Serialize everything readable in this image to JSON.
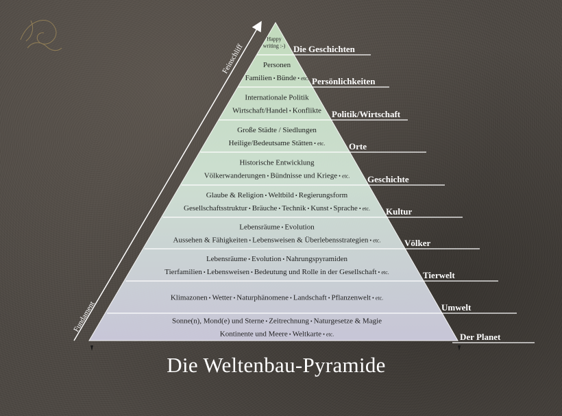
{
  "title": "Die Weltenbau-Pyramide",
  "axis": {
    "top_label": "Feinschliff",
    "bottom_label": "Fundament"
  },
  "levels": [
    {
      "label": "Die Geschichten",
      "lines": [
        [
          "Happy"
        ],
        [
          "writing :-)"
        ]
      ]
    },
    {
      "label": "Persönlichkeiten",
      "lines": [
        [
          "Personen"
        ],
        [
          "Familien",
          "Bünde",
          "etc."
        ]
      ]
    },
    {
      "label": "Politik/Wirtschaft",
      "lines": [
        [
          "Internationale Politik"
        ],
        [
          "Wirtschaft/Handel",
          "Konflikte"
        ]
      ]
    },
    {
      "label": "Orte",
      "lines": [
        [
          "Große Städte / Siedlungen"
        ],
        [
          "Heilige/Bedeutsame Stätten",
          "etc."
        ]
      ]
    },
    {
      "label": "Geschichte",
      "lines": [
        [
          "Historische Entwicklung"
        ],
        [
          "Völkerwanderungen",
          "Bündnisse und Kriege",
          "etc."
        ]
      ]
    },
    {
      "label": "Kultur",
      "lines": [
        [
          "Glaube & Religion",
          "Weltbild",
          "Regierungsform"
        ],
        [
          "Gesellschaftsstruktur",
          "Bräuche",
          "Technik",
          "Kunst",
          "Sprache",
          "etc."
        ]
      ]
    },
    {
      "label": "Völker",
      "lines": [
        [
          "Lebensräume",
          "Evolution"
        ],
        [
          "Aussehen & Fähigkeiten",
          "Lebensweisen & Überlebensstrategien",
          "etc."
        ]
      ]
    },
    {
      "label": "Tierwelt",
      "lines": [
        [
          "Lebensräume",
          "Evolution",
          "Nahrungspyramiden"
        ],
        [
          "Tierfamilien",
          "Lebensweisen",
          "Bedeutung und Rolle in der Gesellschaft",
          "etc."
        ]
      ]
    },
    {
      "label": "Umwelt",
      "lines": [
        [
          "Klimazonen",
          "Wetter",
          "Naturphänomene",
          "Landschaft",
          "Pflanzenwelt",
          "etc."
        ]
      ]
    },
    {
      "label": "Der Planet",
      "lines": [
        [
          "Sonne(n), Mond(e) und Sterne",
          "Zeitrechnung",
          "Naturgesetze & Magie"
        ],
        [
          "Kontinente und Meere",
          "Weltkarte",
          "etc."
        ]
      ]
    }
  ],
  "colors": {
    "pyramid_top": "#c8e3c3",
    "pyramid_bottom": "#cfcde0",
    "divider": "#ffffff",
    "background": "#4d4843"
  }
}
